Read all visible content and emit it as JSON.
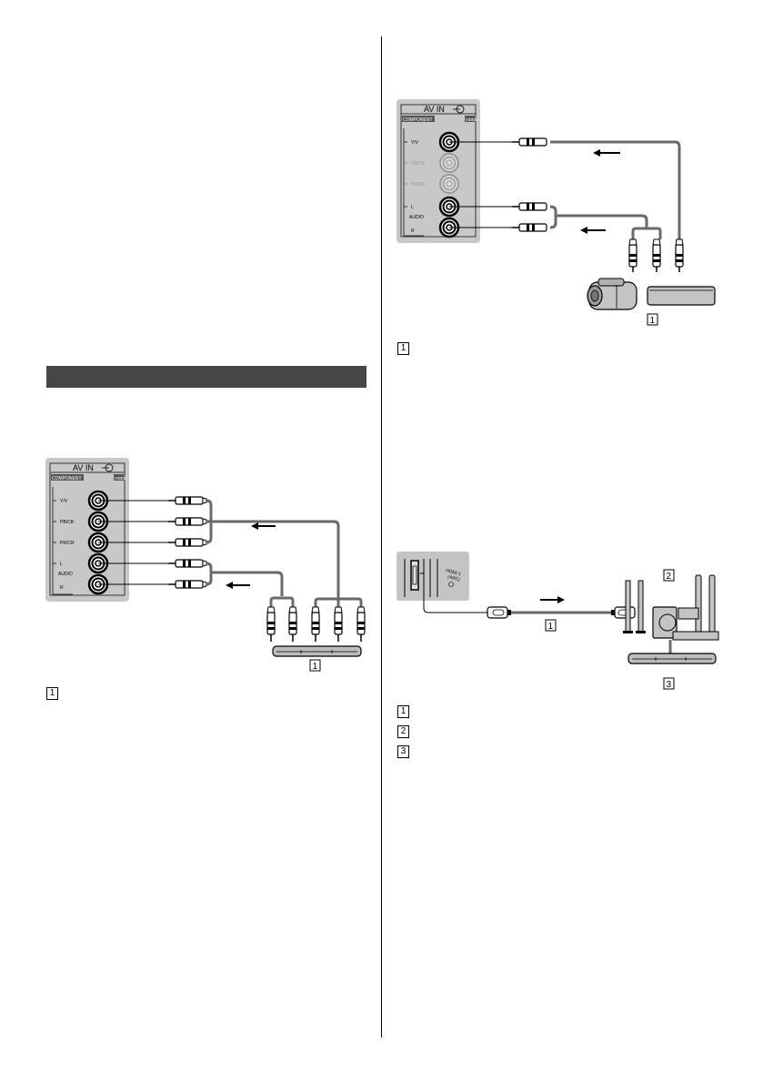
{
  "page": {
    "section_header_text": ""
  },
  "diagram_component": {
    "panel_title": "AV IN",
    "panel_title_icon": "input-arrow-icon",
    "tag_component": "COMPONENT",
    "tag_video": "VIDEO",
    "jacks": [
      {
        "label": "Y/V",
        "active": true
      },
      {
        "label": "PB/CB",
        "active": true
      },
      {
        "label": "PR/CR",
        "active": true
      },
      {
        "label": "L",
        "active": true
      },
      {
        "label": "R",
        "active": true
      }
    ],
    "audio_label": "AUDIO",
    "device_callout": "1"
  },
  "legend_left": [
    {
      "num": "1",
      "text": ""
    }
  ],
  "diagram_composite": {
    "panel_title": "AV IN",
    "panel_title_icon": "input-arrow-icon",
    "tag_component": "COMPONENT",
    "tag_video": "VIDEO",
    "jacks": [
      {
        "label": "Y/V",
        "active": true
      },
      {
        "label": "PB/CB",
        "active": false
      },
      {
        "label": "PR/CR",
        "active": false
      },
      {
        "label": "L",
        "active": true
      },
      {
        "label": "R",
        "active": true
      }
    ],
    "audio_label": "AUDIO",
    "device_callout": "1"
  },
  "legend_right_top": [
    {
      "num": "1",
      "text": ""
    }
  ],
  "diagram_hdmi": {
    "port_label_line1": "HDMI 1",
    "port_label_line2": "(ARC)",
    "cable_callout": "1",
    "speakers_callout": "2",
    "player_callout": "3"
  },
  "legend_right_bottom": [
    {
      "num": "1",
      "text": ""
    },
    {
      "num": "2",
      "text": ""
    },
    {
      "num": "3",
      "text": ""
    }
  ]
}
